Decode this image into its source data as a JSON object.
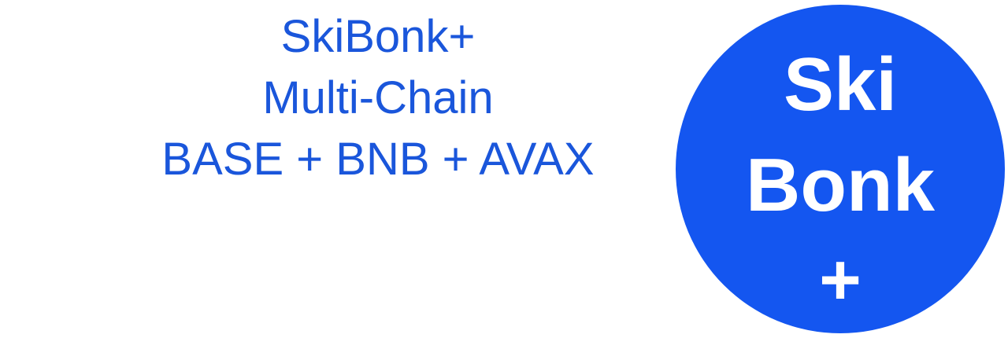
{
  "headline": {
    "line1": "SkiBonk+",
    "line2": "Multi-Chain",
    "line3": "BASE + BNB + AVAX"
  },
  "logo": {
    "line1": "Ski",
    "line2": "Bonk",
    "line3": "+"
  },
  "colors": {
    "text_blue": "#1a56db",
    "logo_blue": "#1456f0",
    "logo_text": "#ffffff",
    "background": "#ffffff"
  }
}
